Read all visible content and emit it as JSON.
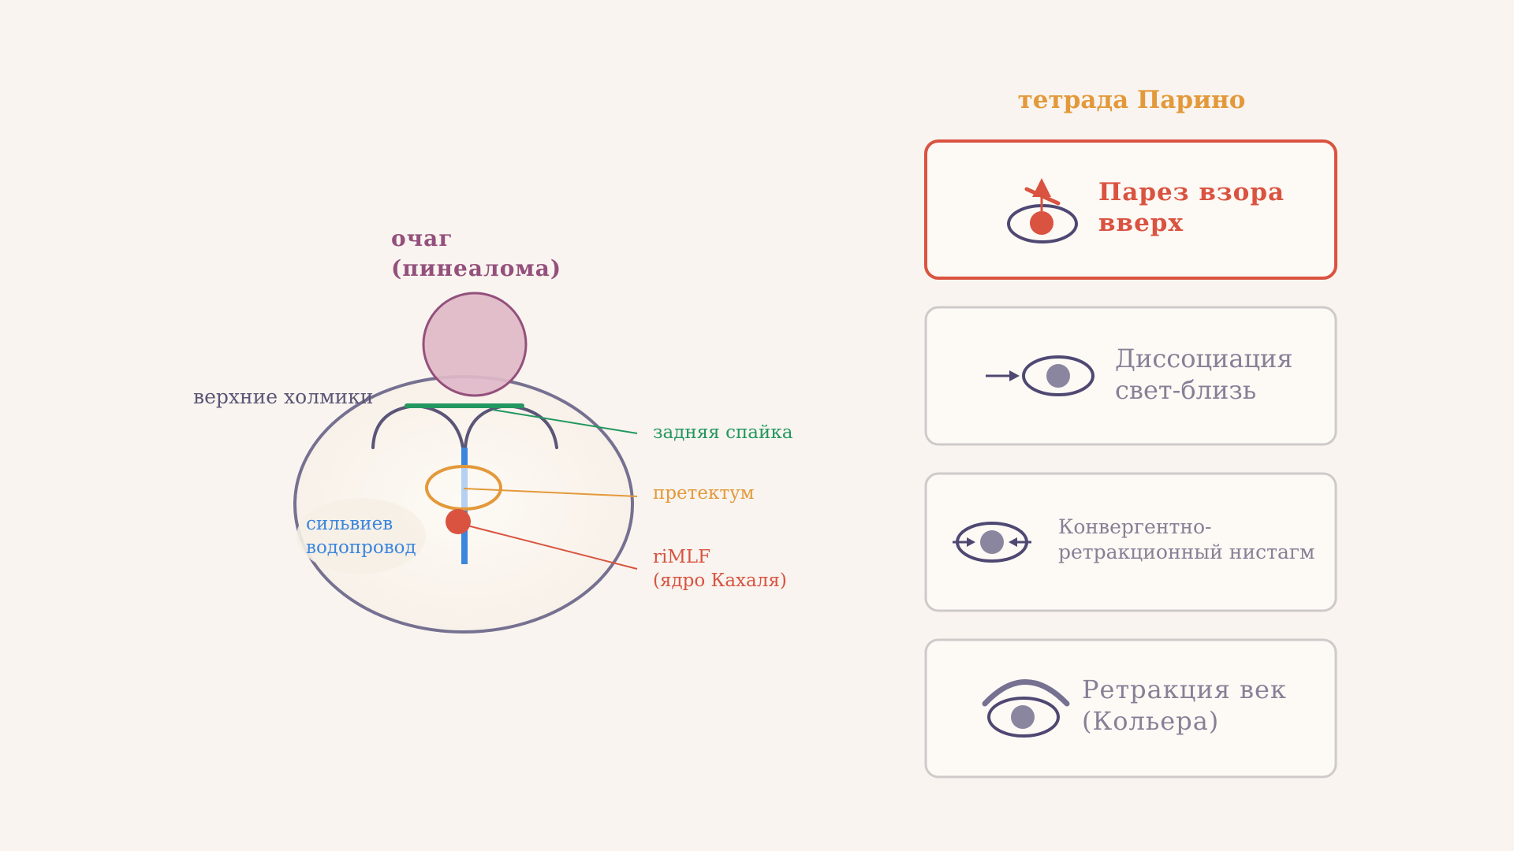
{
  "colors": {
    "background": "#f9f4ef",
    "brain_fill": "#fdf9f4",
    "brain_stroke": "#767191",
    "lesion_fill": "#dfb8c8",
    "lesion_stroke": "#94507c",
    "lesion_text": "#94507c",
    "colliculi": "#5b5577",
    "commissure": "#22975f",
    "pretectum": "#e3993a",
    "aqueduct": "#3c86dd",
    "aqueduct_light": "#b4d0f2",
    "rimlf": "#d95340",
    "title": "#e3993a",
    "card_active": "#d95340",
    "card_border": "#cfcaca",
    "card_fill": "#fdf9f5",
    "card_text": "#868096",
    "eye_stroke": "#4e4872",
    "pupil": "#8b869f"
  },
  "diagram": {
    "lesion_label": [
      "очаг",
      "(пинеалома)"
    ],
    "colliculi_label": "верхние холмики",
    "commissure_label": "задняя спайка",
    "pretectum_label": "претектум",
    "rimlf_label": [
      "riMLF",
      "(ядро Кахаля)"
    ],
    "aqueduct_label": [
      "сильвиев",
      "водопровод"
    ]
  },
  "tetrad": {
    "title": "тетрада Парино",
    "cards": [
      {
        "lines": [
          "Парез взора",
          "вверх"
        ],
        "icon": "upgaze-palsy-eye-icon",
        "active": true
      },
      {
        "lines": [
          "Диссоциация",
          "свет-близь"
        ],
        "icon": "light-near-dissociation-eye-icon",
        "active": false
      },
      {
        "lines": [
          "Конвергентно-",
          "ретракционный нистагм"
        ],
        "icon": "convergence-retraction-eye-icon",
        "active": false
      },
      {
        "lines": [
          "Ретракция век",
          "(Кольера)"
        ],
        "icon": "lid-retraction-eye-icon",
        "active": false
      }
    ]
  }
}
